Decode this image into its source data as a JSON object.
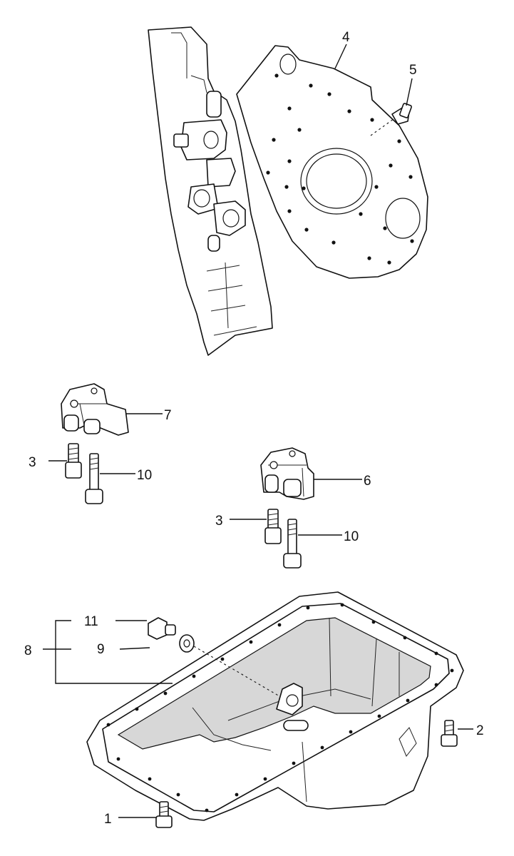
{
  "callouts": {
    "c1": "1",
    "c2": "2",
    "c3a": "3",
    "c3b": "3",
    "c4": "4",
    "c5": "5",
    "c6": "6",
    "c7": "7",
    "c8": "8",
    "c9": "9",
    "c10a": "10",
    "c10b": "10",
    "c11": "11"
  }
}
